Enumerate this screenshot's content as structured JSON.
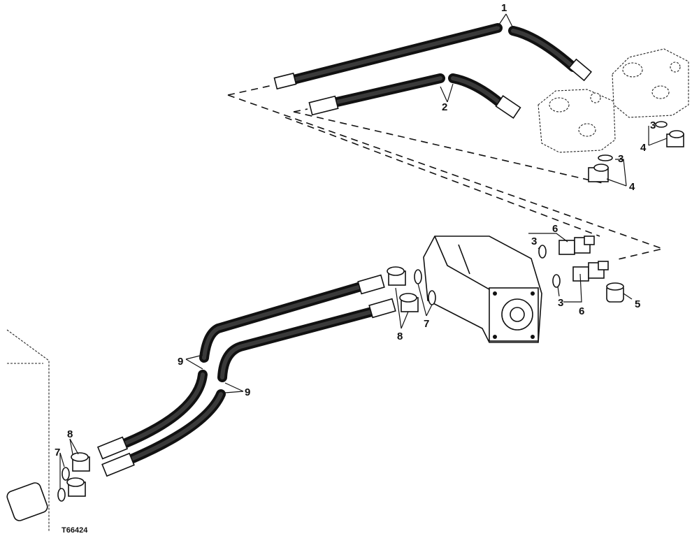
{
  "figure_id": "T66424",
  "callouts": {
    "c1": "1",
    "c2": "2",
    "c3a": "3",
    "c3b": "3",
    "c3c": "3",
    "c3d": "3",
    "c4a": "4",
    "c4b": "4",
    "c5": "5",
    "c6a": "6",
    "c6b": "6",
    "c7a": "7",
    "c7b": "7",
    "c8a": "8",
    "c8b": "8",
    "c9a": "9",
    "c9b": "9"
  }
}
